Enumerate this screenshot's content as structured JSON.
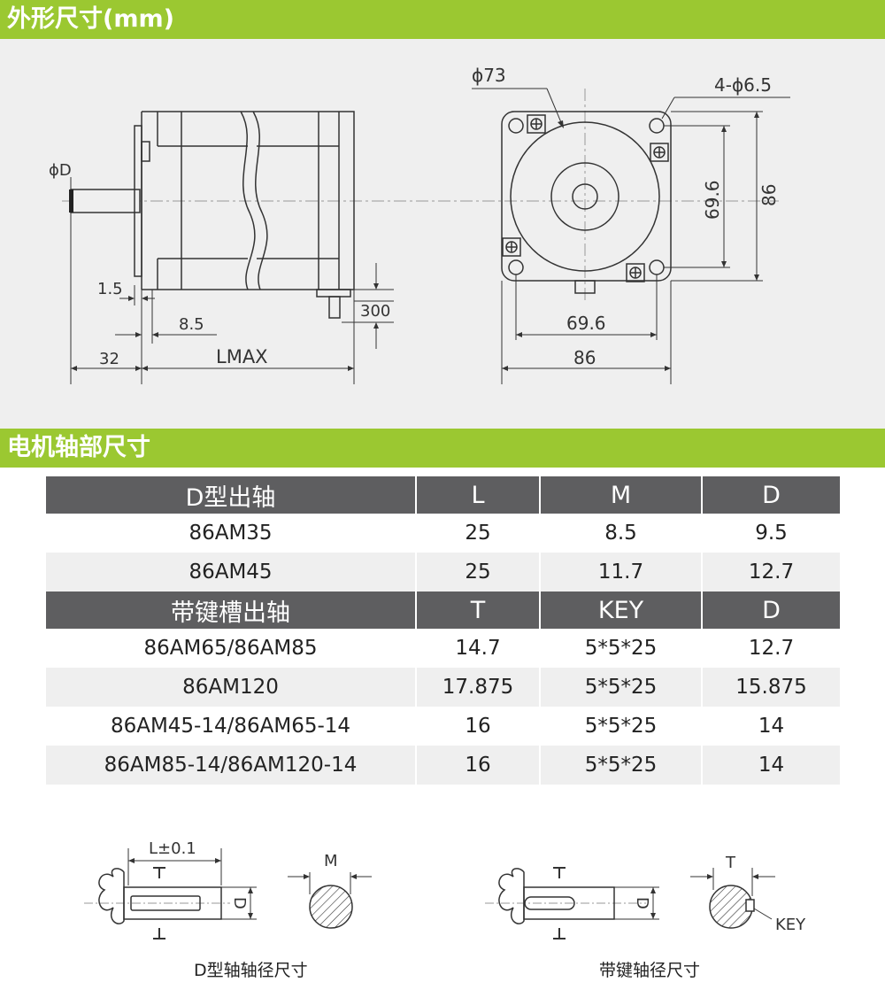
{
  "sections": {
    "outline_title": "外形尺寸(mm)",
    "shaft_title": "电机轴部尺寸"
  },
  "outline_drawing": {
    "side_view": {
      "label_shaft_diameter": "ϕD",
      "label_flange": "1.5",
      "label_boss": "8.5",
      "label_shaft_length": "32",
      "label_body_length": "LMAX",
      "label_lead": "300"
    },
    "front_view": {
      "label_pilot": "ϕ73",
      "label_holes": "4-ϕ6.5",
      "label_hole_spacing_v": "69.6",
      "label_size_v": "86",
      "label_hole_spacing_h": "69.6",
      "label_size_h": "86"
    }
  },
  "table": {
    "header1": [
      "D型出轴",
      "L",
      "M",
      "D"
    ],
    "rows1": [
      [
        "86AM35",
        "25",
        "8.5",
        "9.5"
      ],
      [
        "86AM45",
        "25",
        "11.7",
        "12.7"
      ]
    ],
    "header2": [
      "带键槽出轴",
      "T",
      "KEY",
      "D"
    ],
    "rows2": [
      [
        "86AM65/86AM85",
        "14.7",
        "5*5*25",
        "12.7"
      ],
      [
        "86AM120",
        "17.875",
        "5*5*25",
        "15.875"
      ],
      [
        "86AM45-14/86AM65-14",
        "16",
        "5*5*25",
        "14"
      ],
      [
        "86AM85-14/86AM120-14",
        "16",
        "5*5*25",
        "14"
      ]
    ]
  },
  "shaft_details": {
    "d_shaft": {
      "label_length": "L±0.1",
      "label_diameter": "D",
      "label_flat": "M",
      "label_section_t": "T",
      "caption": "D型轴轴径尺寸"
    },
    "key_shaft": {
      "label_diameter": "D",
      "label_t": "T",
      "label_key": "KEY",
      "label_section_t": "T",
      "caption": "带键轴径尺寸"
    }
  }
}
